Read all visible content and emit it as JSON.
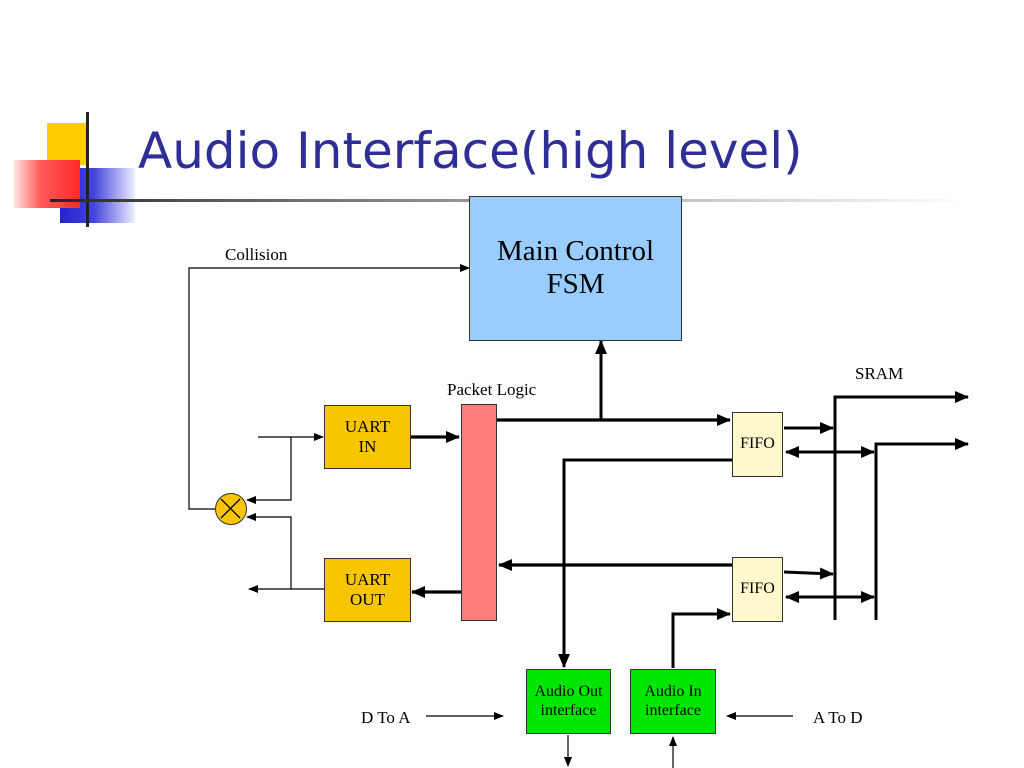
{
  "slide": {
    "title": "Audio Interface(high level)"
  },
  "diagram": {
    "main_control": {
      "line1": "Main Control",
      "line2": "FSM"
    },
    "uart_in": {
      "line1": "UART",
      "line2": "IN"
    },
    "uart_out": {
      "line1": "UART",
      "line2": "OUT"
    },
    "fifo_top": {
      "label": "FIFO"
    },
    "fifo_bottom": {
      "label": "FIFO"
    },
    "audio_out": {
      "line1": "Audio Out",
      "line2": "interface"
    },
    "audio_in": {
      "line1": "Audio In",
      "line2": "interface"
    },
    "labels": {
      "collision": "Collision",
      "packet_logic": "Packet Logic",
      "sram": "SRAM",
      "d_to_a": "D To A",
      "a_to_d": "A To D"
    },
    "colors": {
      "main_control": "#99ccff",
      "uart": "#f7c600",
      "packet_logic": "#ff7f7f",
      "fifo": "#fff8cc",
      "audio": "#00e600",
      "title": "#2e2e96"
    }
  }
}
